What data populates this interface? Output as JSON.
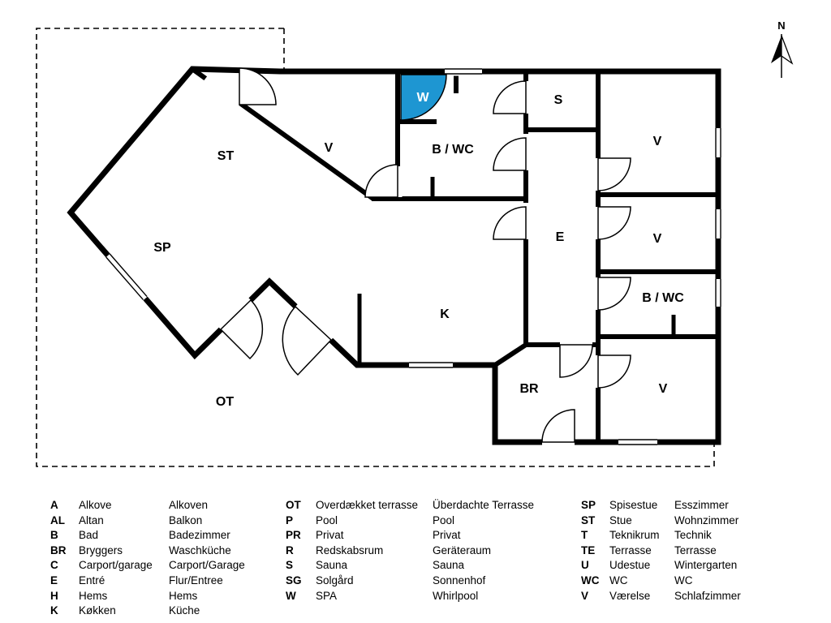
{
  "compass": {
    "label": "N"
  },
  "colors": {
    "spa_fill": "#1e96d2",
    "wall": "#000000",
    "page_background": "#ffffff"
  },
  "rooms": [
    {
      "name": "living-room",
      "label": "ST"
    },
    {
      "name": "dining-room",
      "label": "SP"
    },
    {
      "name": "covered-terrace",
      "label": "OT"
    },
    {
      "name": "bedroom-1",
      "label": "V"
    },
    {
      "name": "spa",
      "label": "W"
    },
    {
      "name": "bath-wc-1",
      "label": "B / WC"
    },
    {
      "name": "sauna",
      "label": "S"
    },
    {
      "name": "entrance-hall",
      "label": "E"
    },
    {
      "name": "bedroom-2",
      "label": "V"
    },
    {
      "name": "bedroom-3",
      "label": "V"
    },
    {
      "name": "bath-wc-2",
      "label": "B / WC"
    },
    {
      "name": "kitchen",
      "label": "K"
    },
    {
      "name": "utility-room",
      "label": "BR"
    },
    {
      "name": "bedroom-4",
      "label": "V"
    }
  ],
  "legend": {
    "col1": [
      {
        "abbr": "A",
        "da": "Alkove",
        "de": "Alkoven"
      },
      {
        "abbr": "AL",
        "da": "Altan",
        "de": "Balkon"
      },
      {
        "abbr": "B",
        "da": "Bad",
        "de": "Badezimmer"
      },
      {
        "abbr": "BR",
        "da": "Bryggers",
        "de": "Waschküche"
      },
      {
        "abbr": "C",
        "da": "Carport/garage",
        "de": "Carport/Garage"
      },
      {
        "abbr": "E",
        "da": "Entré",
        "de": "Flur/Entree"
      },
      {
        "abbr": "H",
        "da": "Hems",
        "de": "Hems"
      },
      {
        "abbr": "K",
        "da": "Køkken",
        "de": "Küche"
      }
    ],
    "col2": [
      {
        "abbr": "OT",
        "da": "Overdækket terrasse",
        "de": "Überdachte Terrasse"
      },
      {
        "abbr": "P",
        "da": "Pool",
        "de": "Pool"
      },
      {
        "abbr": "PR",
        "da": "Privat",
        "de": "Privat"
      },
      {
        "abbr": "R",
        "da": "Redskabsrum",
        "de": "Geräteraum"
      },
      {
        "abbr": "S",
        "da": "Sauna",
        "de": "Sauna"
      },
      {
        "abbr": "SG",
        "da": "Solgård",
        "de": "Sonnenhof"
      },
      {
        "abbr": "W",
        "da": "SPA",
        "de": "Whirlpool"
      }
    ],
    "col3": [
      {
        "abbr": "SP",
        "da": "Spisestue",
        "de": "Esszimmer"
      },
      {
        "abbr": "ST",
        "da": "Stue",
        "de": "Wohnzimmer"
      },
      {
        "abbr": "T",
        "da": "Teknikrum",
        "de": "Technik"
      },
      {
        "abbr": "TE",
        "da": "Terrasse",
        "de": "Terrasse"
      },
      {
        "abbr": "U",
        "da": "Udestue",
        "de": "Wintergarten"
      },
      {
        "abbr": "WC",
        "da": "WC",
        "de": "WC"
      },
      {
        "abbr": "V",
        "da": "Værelse",
        "de": "Schlafzimmer"
      }
    ]
  }
}
